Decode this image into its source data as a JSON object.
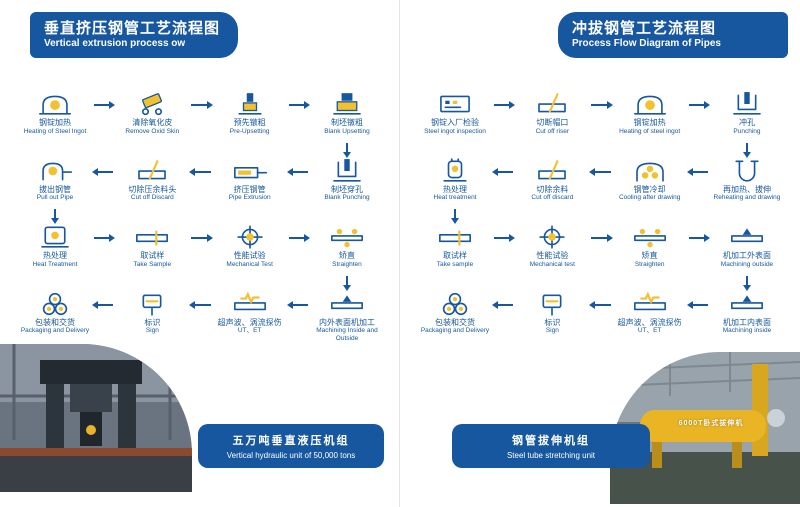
{
  "colors": {
    "brand_blue": "#16579f",
    "accent_yellow": "#f2c12e"
  },
  "pages": [
    {
      "side": "left",
      "header": {
        "zh": "垂直挤压钢管工艺流程图",
        "en": "Vertical extrusion process ow"
      },
      "rows": [
        {
          "dir": "right",
          "steps": [
            {
              "zh": "钢锭加热",
              "en": "Heating of Steel Ingot",
              "icon": "furnace"
            },
            {
              "zh": "清除氧化皮",
              "en": "Remove Oxid Skin",
              "icon": "roller"
            },
            {
              "zh": "预先镦粗",
              "en": "Pre-Upsetting",
              "icon": "press"
            },
            {
              "zh": "制坯镦粗",
              "en": "Blank Upsetting",
              "icon": "upset"
            }
          ]
        },
        {
          "dir": "left",
          "steps": [
            {
              "zh": "拔出钢管",
              "en": "Pull out Pipe",
              "icon": "pull"
            },
            {
              "zh": "切除压余料头",
              "en": "Cut off Discard",
              "icon": "cut"
            },
            {
              "zh": "挤压钢管",
              "en": "Pipe Extrusion",
              "icon": "extrude"
            },
            {
              "zh": "制坯穿孔",
              "en": "Blank Punching",
              "icon": "punch"
            }
          ]
        },
        {
          "dir": "right",
          "steps": [
            {
              "zh": "热处理",
              "en": "Heat Treatment",
              "icon": "heatbox"
            },
            {
              "zh": "取试样",
              "en": "Take Sample",
              "icon": "sample"
            },
            {
              "zh": "性能试验",
              "en": "Mechanical Test",
              "icon": "mechtest"
            },
            {
              "zh": "矫直",
              "en": "Straighten",
              "icon": "straight"
            }
          ]
        },
        {
          "dir": "left",
          "steps": [
            {
              "zh": "包装和交货",
              "en": "Packaging and Delivery",
              "icon": "bundle"
            },
            {
              "zh": "标识",
              "en": "Sign",
              "icon": "tag"
            },
            {
              "zh": "超声波、涡流探伤",
              "en": "UT、ET",
              "icon": "utet"
            },
            {
              "zh": "内外表面机加工",
              "en": "Machining Inside and Outside",
              "icon": "machine"
            }
          ]
        }
      ],
      "caption": {
        "zh": "五万吨垂直液压机组",
        "en": "Vertical hydraulic unit of 50,000 tons"
      }
    },
    {
      "side": "right",
      "header": {
        "zh": "冲拔钢管工艺流程图",
        "en": "Process Flow Diagram of Pipes"
      },
      "rows": [
        {
          "dir": "right",
          "steps": [
            {
              "zh": "钢锭入厂检验",
              "en": "Steel ingot inspection",
              "icon": "inspect"
            },
            {
              "zh": "切断帽口",
              "en": "Cut off riser",
              "icon": "cut"
            },
            {
              "zh": "钢锭加热",
              "en": "Heating of steel ingot",
              "icon": "furnace"
            },
            {
              "zh": "冲孔",
              "en": "Punching",
              "icon": "punch"
            }
          ]
        },
        {
          "dir": "left",
          "steps": [
            {
              "zh": "热处理",
              "en": "Heat treatment",
              "icon": "vessel"
            },
            {
              "zh": "切除余料",
              "en": "Cut off discard",
              "icon": "cut"
            },
            {
              "zh": "钢管冷却",
              "en": "Cooling after drawing",
              "icon": "cool"
            },
            {
              "zh": "再加热、拔伸",
              "en": "Reheating and drawing",
              "icon": "uturn"
            }
          ]
        },
        {
          "dir": "right",
          "steps": [
            {
              "zh": "取试样",
              "en": "Take sample",
              "icon": "sample"
            },
            {
              "zh": "性能试验",
              "en": "Mechanical test",
              "icon": "mechtest"
            },
            {
              "zh": "矫直",
              "en": "Straighten",
              "icon": "straight"
            },
            {
              "zh": "机加工外表面",
              "en": "Machining outside",
              "icon": "machine"
            }
          ]
        },
        {
          "dir": "left",
          "steps": [
            {
              "zh": "包装和交货",
              "en": "Packaging and Delivery",
              "icon": "bundle"
            },
            {
              "zh": "标识",
              "en": "Sign",
              "icon": "tag"
            },
            {
              "zh": "超声波、涡流探伤",
              "en": "UT、ET",
              "icon": "utet"
            },
            {
              "zh": "机加工内表面",
              "en": "Machining inside",
              "icon": "machine"
            }
          ]
        }
      ],
      "caption": {
        "zh": "钢管拔伸机组",
        "en": "Steel tube stretching unit"
      },
      "photo_label": "6000T卧式拔伸机"
    }
  ]
}
